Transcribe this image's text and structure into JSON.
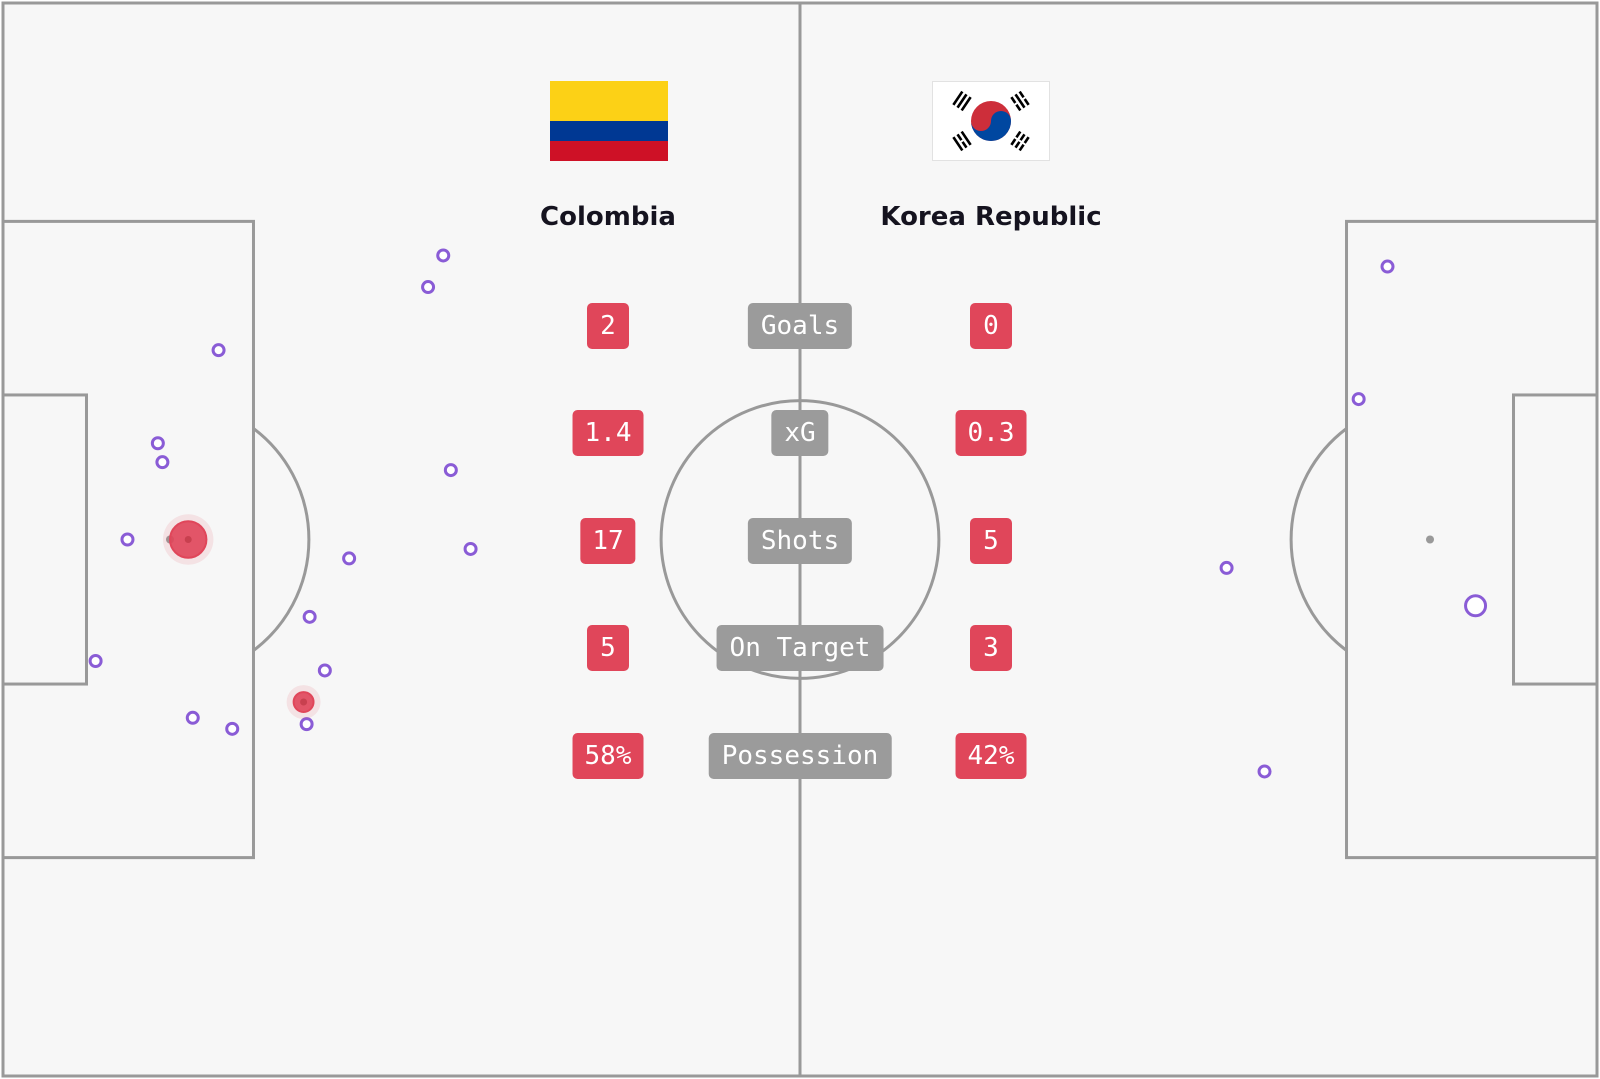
{
  "teams": {
    "home": {
      "name": "Colombia"
    },
    "away": {
      "name": "Korea Republic"
    }
  },
  "stats": [
    {
      "label": "Goals",
      "home": "2",
      "away": "0"
    },
    {
      "label": "xG",
      "home": "1.4",
      "away": "0.3"
    },
    {
      "label": "Shots",
      "home": "17",
      "away": "5"
    },
    {
      "label": "On Target",
      "home": "5",
      "away": "3"
    },
    {
      "label": "Possession",
      "home": "58%",
      "away": "42%"
    }
  ],
  "colors": {
    "pitch": "#f7f7f7",
    "line": "#999999",
    "shot": "#8a5cd6",
    "goal": "#e0465a",
    "stat_value": "#e0465a",
    "stat_label": "#9b9b9b"
  },
  "chart_data": {
    "type": "scatter",
    "pitch_length": 105,
    "pitch_width": 68,
    "home_shots": [
      {
        "x": 29.0,
        "y": 52.0,
        "goal": false
      },
      {
        "x": 28.0,
        "y": 50.0,
        "goal": false
      },
      {
        "x": 29.5,
        "y": 38.4,
        "goal": false
      },
      {
        "x": 30.8,
        "y": 33.4,
        "goal": false
      },
      {
        "x": 14.2,
        "y": 46.0,
        "goal": false
      },
      {
        "x": 22.8,
        "y": 32.8,
        "goal": false
      },
      {
        "x": 10.2,
        "y": 40.1,
        "goal": false
      },
      {
        "x": 10.5,
        "y": 38.9,
        "goal": false
      },
      {
        "x": 8.2,
        "y": 34.0,
        "goal": false
      },
      {
        "x": 20.2,
        "y": 29.1,
        "goal": false
      },
      {
        "x": 21.2,
        "y": 25.7,
        "goal": false
      },
      {
        "x": 20.0,
        "y": 22.3,
        "goal": false
      },
      {
        "x": 6.1,
        "y": 26.3,
        "goal": false
      },
      {
        "x": 12.5,
        "y": 22.7,
        "goal": false
      },
      {
        "x": 15.1,
        "y": 22.0,
        "goal": false
      },
      {
        "x": 12.2,
        "y": 34.0,
        "goal": true,
        "xg": 0.76
      },
      {
        "x": 19.8,
        "y": 23.7,
        "goal": true,
        "xg": 0.08
      }
    ],
    "away_shots": [
      {
        "x": 91.2,
        "y": 51.3,
        "goal": false
      },
      {
        "x": 89.3,
        "y": 42.9,
        "goal": false
      },
      {
        "x": 80.6,
        "y": 32.2,
        "goal": false
      },
      {
        "x": 97.0,
        "y": 29.8,
        "goal": false
      },
      {
        "x": 83.1,
        "y": 19.3,
        "goal": false
      }
    ]
  }
}
